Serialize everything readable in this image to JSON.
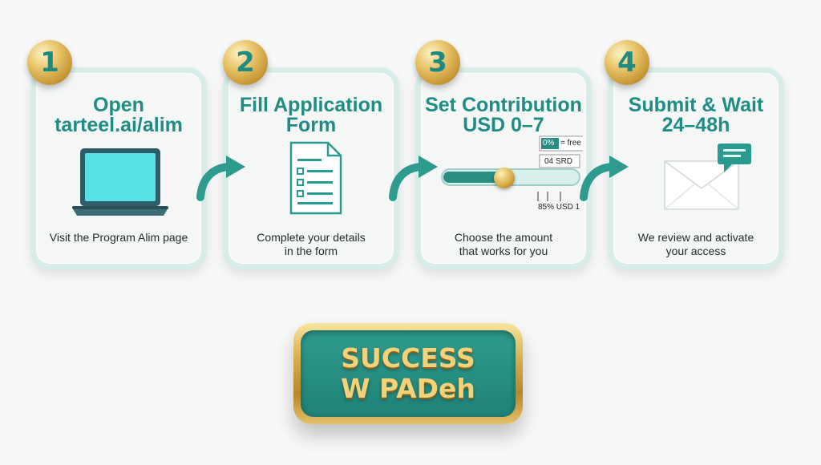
{
  "steps": [
    {
      "number": "1",
      "title_lines": [
        "Open",
        "tarteel.ai/alim"
      ],
      "desc_lines": [
        "Visit the Program Alim page"
      ]
    },
    {
      "number": "2",
      "title_lines": [
        "Fill Application",
        "Form"
      ],
      "desc_lines": [
        "Complete your details",
        "in the form"
      ]
    },
    {
      "number": "3",
      "title_lines": [
        "Set Contribution",
        "USD 0–7"
      ],
      "desc_lines": [
        "Choose the amount",
        "that works for you"
      ]
    },
    {
      "number": "4",
      "title_lines": [
        "Submit & Wait",
        "24–48h"
      ],
      "desc_lines": [
        "We review and activate",
        "your access"
      ]
    }
  ],
  "slider": {
    "top_label": "0%",
    "top_label_suffix": "= free",
    "mid_label": "04 SRD",
    "bottom_label": "85% USD 1",
    "level": 0.45
  },
  "success": {
    "line1": "SUCCESS",
    "line2": "W PADeh"
  },
  "colors": {
    "teal": "#1f8d84",
    "gold": "#d8ae4d",
    "card_border": "#d8ede9"
  },
  "icons": [
    "laptop-icon",
    "form-document-icon",
    "slider-icon",
    "envelope-icon",
    "chat-bubble-icon",
    "arrow-right-icon"
  ]
}
